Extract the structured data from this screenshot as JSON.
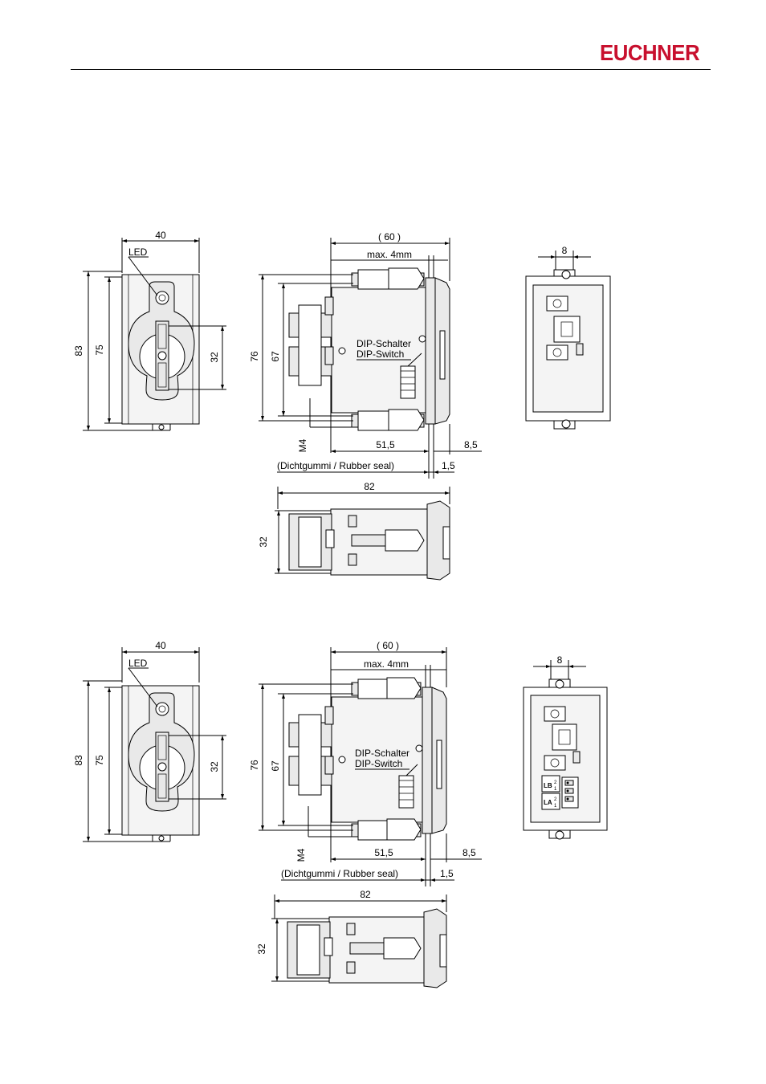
{
  "header": {
    "logo_text": "EUCHNER"
  },
  "drawings": [
    {
      "front_view": {
        "width": "40",
        "height_outer": "83",
        "height_inner": "75",
        "handle_height": "32",
        "led_label": "LED"
      },
      "side_view": {
        "depth": "( 60 )",
        "max_label": "max. 4mm",
        "height_outer": "76",
        "height_inner": "67",
        "thread": "M4",
        "body_depth": "51,5",
        "front_depth": "8,5",
        "seal_label": "(Dichtgummi / Rubber seal)",
        "seal_thickness": "1,5",
        "dip_label_de": "DIP-Schalter",
        "dip_label_en": "DIP-Switch"
      },
      "back_view": {
        "screw_offset": "8"
      },
      "top_view": {
        "length": "82",
        "height": "32"
      }
    },
    {
      "front_view": {
        "width": "40",
        "height_outer": "83",
        "height_inner": "75",
        "handle_height": "32",
        "led_label": "LED"
      },
      "side_view": {
        "depth": "( 60 )",
        "max_label": "max. 4mm",
        "height_outer": "76",
        "height_inner": "67",
        "thread": "M4",
        "body_depth": "51,5",
        "front_depth": "8,5",
        "seal_label": "(Dichtgummi / Rubber seal)",
        "seal_thickness": "1,5",
        "dip_label_de": "DIP-Schalter",
        "dip_label_en": "DIP-Switch"
      },
      "back_view": {
        "screw_offset": "8",
        "connector_labels": [
          "LB",
          "LA"
        ],
        "pin_numbers": [
          "2",
          "1",
          "2",
          "1"
        ]
      },
      "top_view": {
        "length": "82",
        "height": "32"
      }
    }
  ]
}
